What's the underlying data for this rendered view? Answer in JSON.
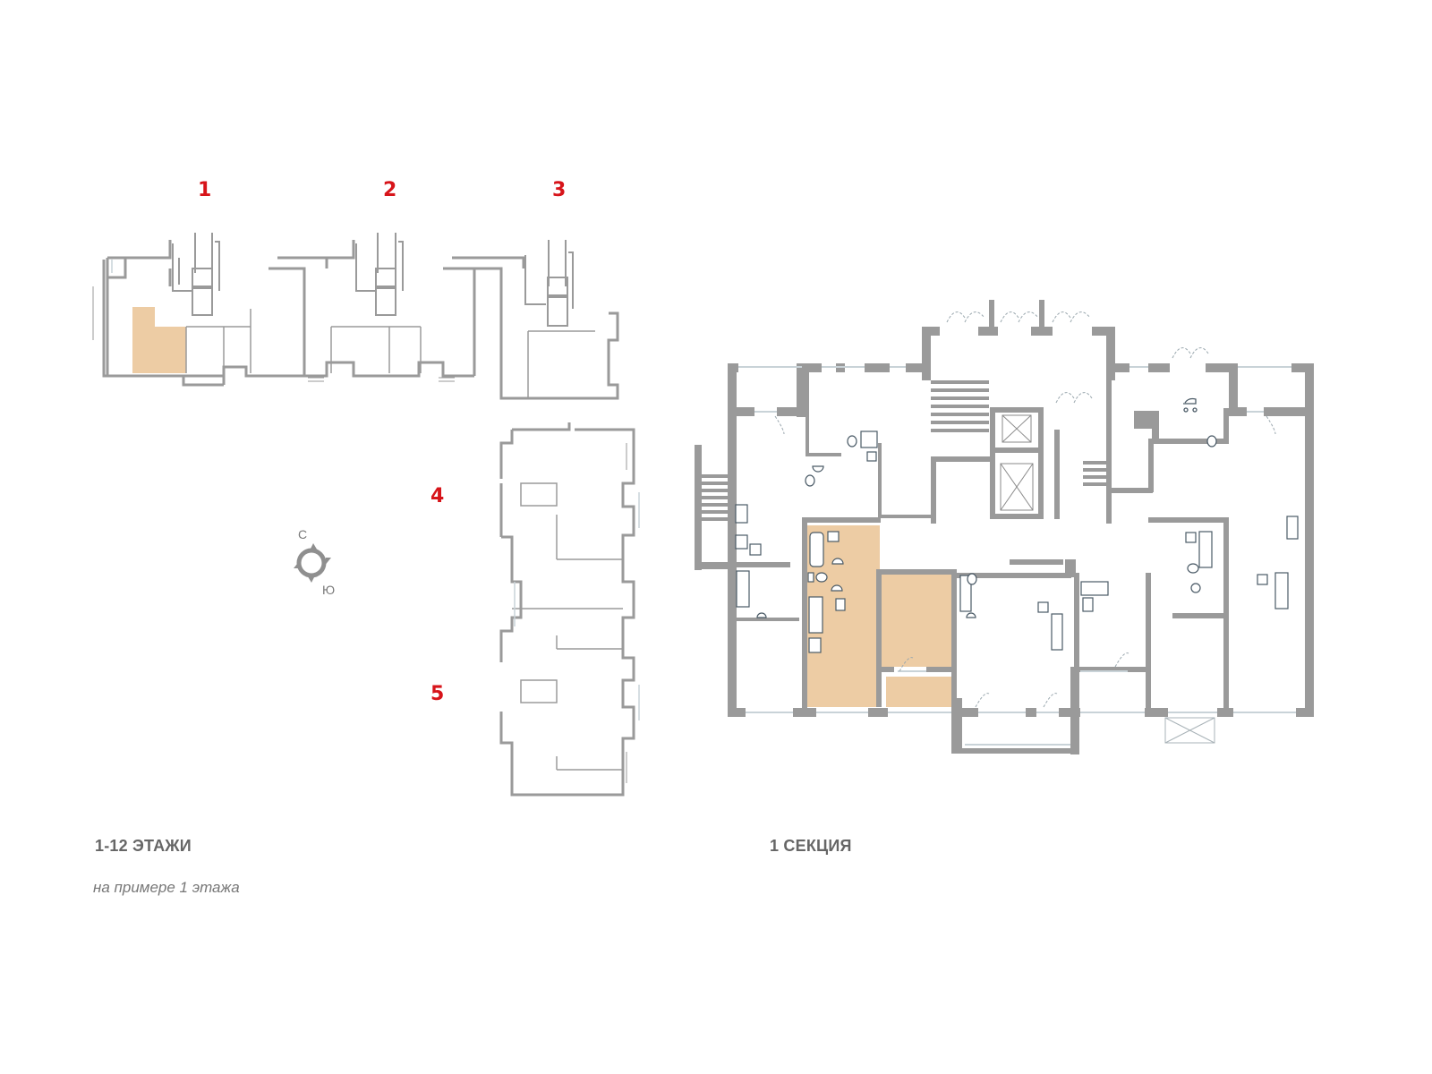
{
  "overview": {
    "section_labels": [
      {
        "number": "1"
      },
      {
        "number": "2"
      },
      {
        "number": "3"
      },
      {
        "number": "4"
      },
      {
        "number": "5"
      }
    ],
    "compass": {
      "north_label": "С",
      "south_label": "Ю"
    },
    "highlighted_section": "1",
    "title": "1-12 ЭТАЖИ",
    "subtitle": "на примере 1 этажа"
  },
  "section_plan": {
    "title": "1 СЕКЦИЯ",
    "highlight_color": "#edcca4"
  },
  "colors": {
    "section_number": "#d7141a",
    "wall": "#9a9a9a",
    "highlight": "#edcca4",
    "text": "#666666"
  }
}
